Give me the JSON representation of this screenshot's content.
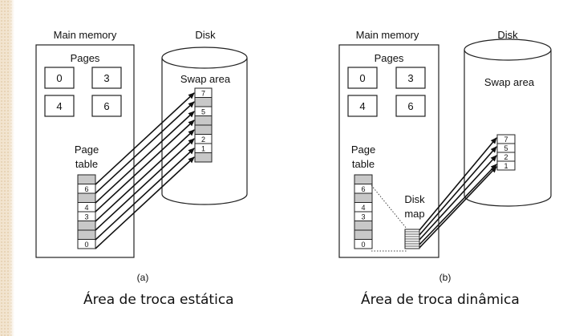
{
  "panel_a": {
    "main_memory_label": "Main memory",
    "disk_label": "Disk",
    "pages_label": "Pages",
    "pages": [
      "0",
      "3",
      "4",
      "6"
    ],
    "page_table_label_line1": "Page",
    "page_table_label_line2": "table",
    "page_table_rows": [
      "",
      "6",
      "",
      "4",
      "3",
      "",
      "",
      "0"
    ],
    "swap_area_label": "Swap area",
    "swap_rows": [
      "7",
      "",
      "5",
      "",
      "",
      "2",
      "1",
      ""
    ],
    "panel_label": "(a)",
    "caption": "Área de troca estática"
  },
  "panel_b": {
    "main_memory_label": "Main memory",
    "disk_label": "Disk",
    "pages_label": "Pages",
    "pages": [
      "0",
      "3",
      "4",
      "6"
    ],
    "page_table_label_line1": "Page",
    "page_table_label_line2": "table",
    "page_table_rows": [
      "",
      "6",
      "",
      "4",
      "3",
      "",
      "",
      "0"
    ],
    "disk_map_label_line1": "Disk",
    "disk_map_label_line2": "map",
    "swap_area_label": "Swap area",
    "swap_rows": [
      "7",
      "5",
      "2",
      "1"
    ],
    "panel_label": "(b)",
    "caption": "Área de troca dinâmica"
  },
  "colors": {
    "grey_cell": "#c8c8c8",
    "white_cell": "#ffffff",
    "stroke": "#222222"
  }
}
